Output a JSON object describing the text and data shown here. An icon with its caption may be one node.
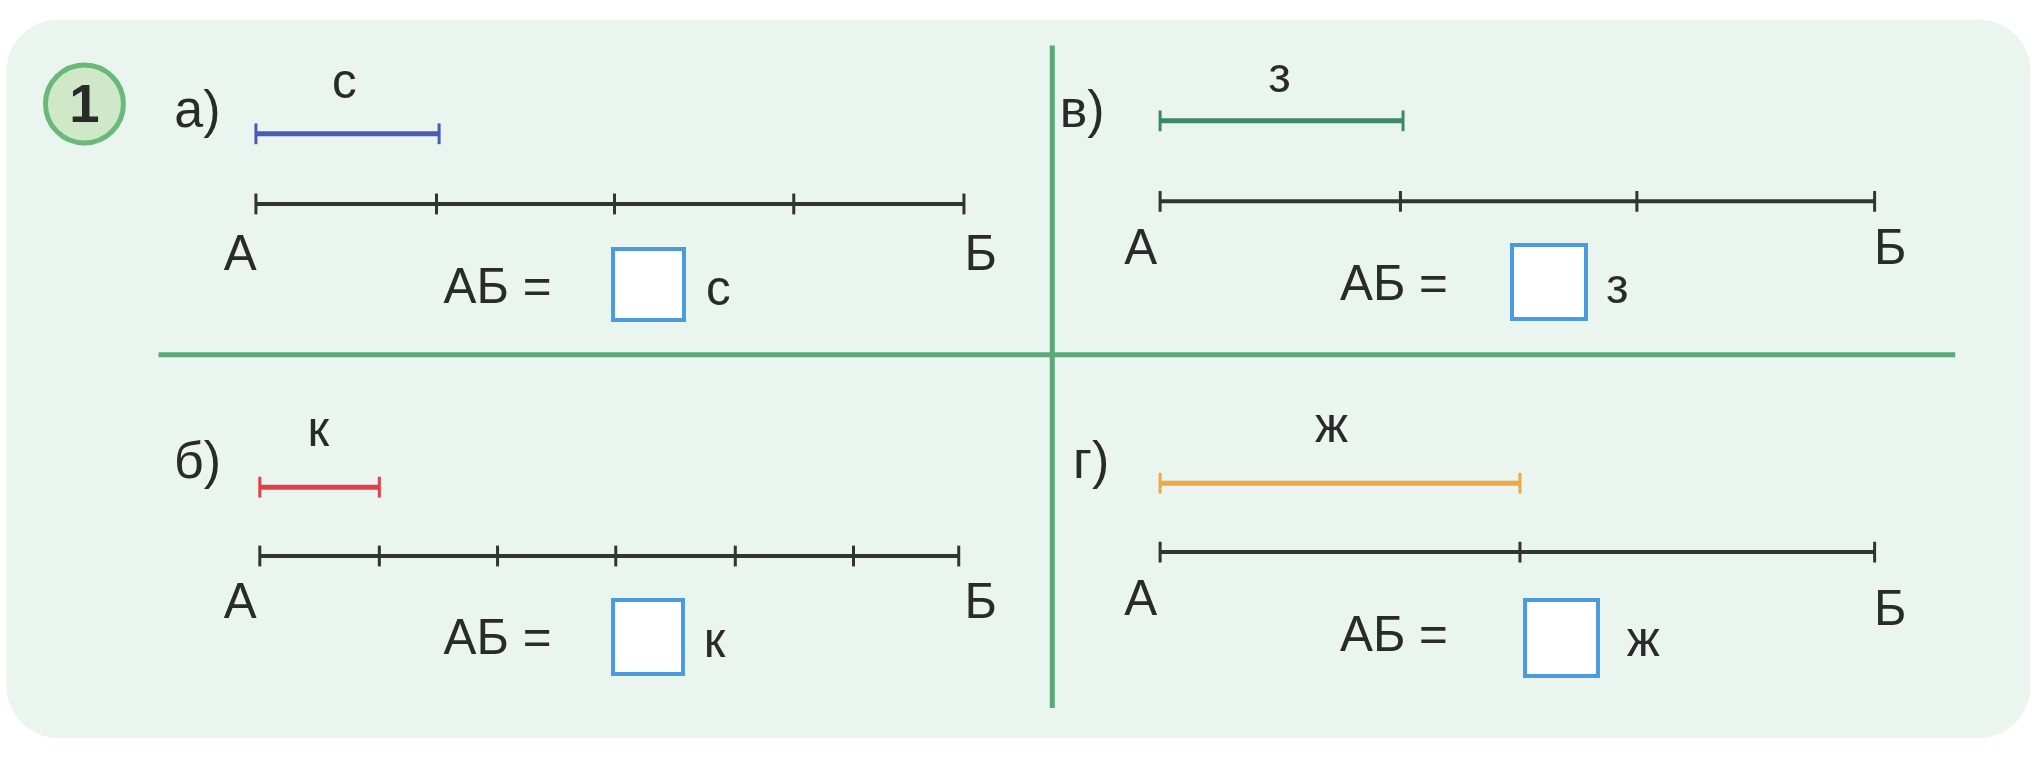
{
  "diagram": {
    "labels": [
      "1",
      "а)",
      "с",
      "А",
      "Б",
      "АБ =",
      "с",
      "в)",
      "з",
      "А",
      "Б",
      "АБ =",
      "з",
      "б)",
      "к",
      "А",
      "Б",
      "АБ =",
      "к",
      "г)",
      "ж",
      "А",
      "Б",
      "АБ =",
      "ж"
    ]
  }
}
